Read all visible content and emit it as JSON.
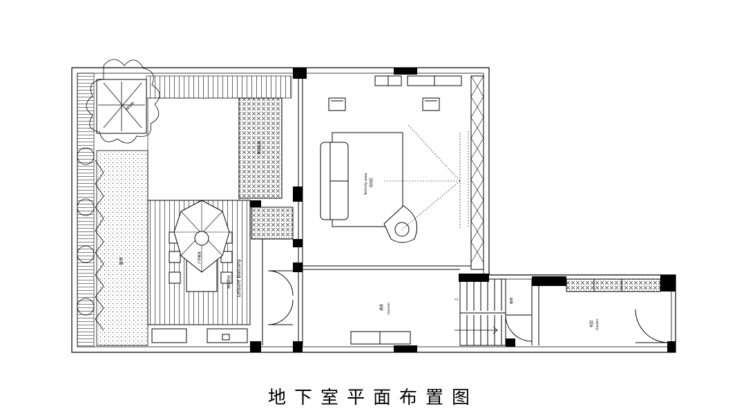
{
  "title": "地下室平面布置图",
  "labels": {
    "activity_area_en": "Activity area",
    "activity_area_cn": "活动区",
    "lawn": "草坪",
    "leisure_balcony": "Leisure Balcony",
    "leisure_balcony_cn": "休闲阳台",
    "dining_table": "户外餐桌",
    "planter": "景观盆栽",
    "tree": "绿化树",
    "channel_cn": "通道",
    "channel_en": "channel",
    "garden_cn": "花园",
    "garden_en": "Garden",
    "stair_up": "上",
    "stair_down": "楼梯"
  }
}
